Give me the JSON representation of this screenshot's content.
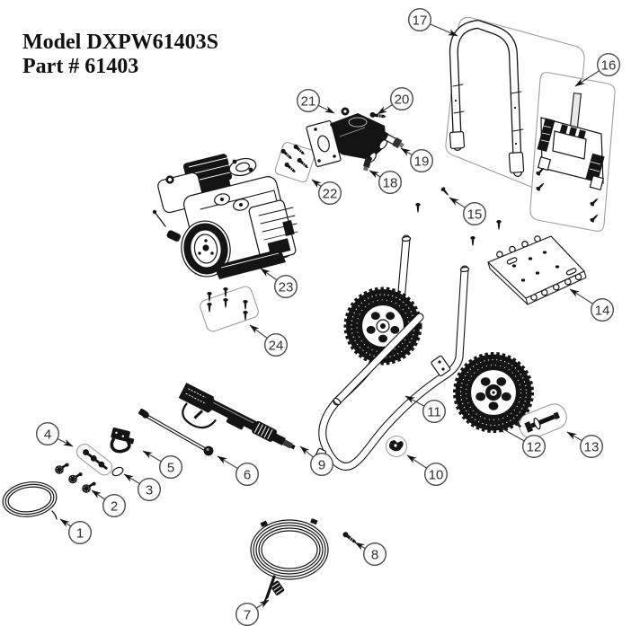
{
  "title": {
    "line1": "Model DXPW61403S",
    "line2": "Part # 61403"
  },
  "diagram": {
    "type": "exploded-parts-diagram",
    "colors": {
      "background": "#ffffff",
      "line": "#141414",
      "callout_stroke": "#4a4a4a",
      "group_outline": "#9c9c9c"
    },
    "callouts": [
      {
        "label": "1"
      },
      {
        "label": "2"
      },
      {
        "label": "3"
      },
      {
        "label": "4"
      },
      {
        "label": "5"
      },
      {
        "label": "6"
      },
      {
        "label": "7"
      },
      {
        "label": "8"
      },
      {
        "label": "9"
      },
      {
        "label": "10"
      },
      {
        "label": "11"
      },
      {
        "label": "12"
      },
      {
        "label": "13"
      },
      {
        "label": "14"
      },
      {
        "label": "15"
      },
      {
        "label": "16"
      },
      {
        "label": "17"
      },
      {
        "label": "18"
      },
      {
        "label": "19"
      },
      {
        "label": "20"
      },
      {
        "label": "21"
      },
      {
        "label": "22"
      },
      {
        "label": "23"
      },
      {
        "label": "24"
      }
    ]
  }
}
